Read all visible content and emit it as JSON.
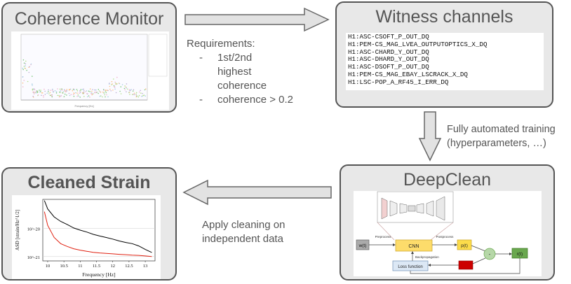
{
  "coherence_monitor": {
    "title": "Coherence Monitor"
  },
  "requirements": {
    "heading": "Requirements:",
    "items": [
      "1st/2nd highest coherence",
      "coherence > 0.2"
    ]
  },
  "witness": {
    "title": "Witness channels",
    "channels": [
      "H1:ASC-CSOFT_P_OUT_DQ",
      "H1:PEM-CS_MAG_LVEA_OUTPUTOPTICS_X_DQ",
      "H1:ASC-CHARD_Y_OUT_DQ",
      "H1:ASC-DHARD_Y_OUT_DQ",
      "H1:ASC-DSOFT_P_OUT_DQ",
      "H1:PEM-CS_MAG_EBAY_LSCRACK_X_DQ",
      "H1:LSC-POP_A_RF45_I_ERR_DQ"
    ]
  },
  "training_note": {
    "line1": "Fully automated training",
    "line2": "(hyperparameters, …)"
  },
  "deepclean": {
    "title": "DeepClean",
    "nodes": {
      "input": "w(t)",
      "cnn": "CNN",
      "pred": "p(t)",
      "residual": "r(t)",
      "minus": "-",
      "loss": "Loss function"
    },
    "edges": {
      "preprocess": "Preprocess",
      "postprocess": "Postprocess",
      "backprop": "Backpropagation"
    }
  },
  "apply_note": {
    "line1": "Apply cleaning on",
    "line2": "independent data"
  },
  "cleaned": {
    "title": "Cleaned Strain",
    "chart_data": {
      "type": "line",
      "xlabel": "Frequency [Hz]",
      "ylabel": "ASD [strain/Hz^1/2]",
      "xticks": [
        "10",
        "10.5",
        "11",
        "11.5",
        "12",
        "12.5",
        "13"
      ],
      "yticks": [
        "10^-20",
        "10^-21"
      ],
      "xlim": [
        9.85,
        13.3
      ],
      "log_y": true,
      "series": [
        {
          "color": "#000000",
          "x": [
            9.9,
            10.0,
            10.2,
            10.4,
            10.6,
            10.8,
            11.0,
            11.2,
            11.4,
            11.6,
            11.8,
            12.0,
            12.2,
            12.4,
            12.6,
            12.8,
            13.0,
            13.2
          ],
          "y": [
            1e-19,
            5e-20,
            2.6e-20,
            1.8e-20,
            1.4e-20,
            1.05e-20,
            8.8e-21,
            7.5e-21,
            6.2e-21,
            5.4e-21,
            4.8e-21,
            4.2e-21,
            3.6e-21,
            3.2e-21,
            2.9e-21,
            2.4e-21,
            1.8e-21,
            1.4e-21
          ]
        },
        {
          "color": "#e02010",
          "x": [
            9.9,
            10.0,
            10.2,
            10.4,
            10.6,
            10.8,
            11.0,
            11.2,
            11.4,
            11.6,
            11.8,
            12.0,
            12.2,
            12.4,
            12.6,
            12.8,
            13.0,
            13.2
          ],
          "y": [
            4e-20,
            1.3e-20,
            4.8e-21,
            2.9e-21,
            2.3e-21,
            1.9e-21,
            1.7e-21,
            1.55e-21,
            1.42e-21,
            1.35e-21,
            1.3e-21,
            1.25e-21,
            1.2e-21,
            1.17e-21,
            1.12e-21,
            1.1e-21,
            1.05e-21,
            1e-21
          ]
        }
      ]
    }
  },
  "colors": {
    "box_bg": "#e8e8e8",
    "box_border": "#555555",
    "cnn": "#fddc6b",
    "pred": "#fcdc4a",
    "loss": "#dce8f5",
    "residual": "#6aa84f",
    "minus": "#b6d7a8",
    "minus_red": "#cc0000"
  }
}
